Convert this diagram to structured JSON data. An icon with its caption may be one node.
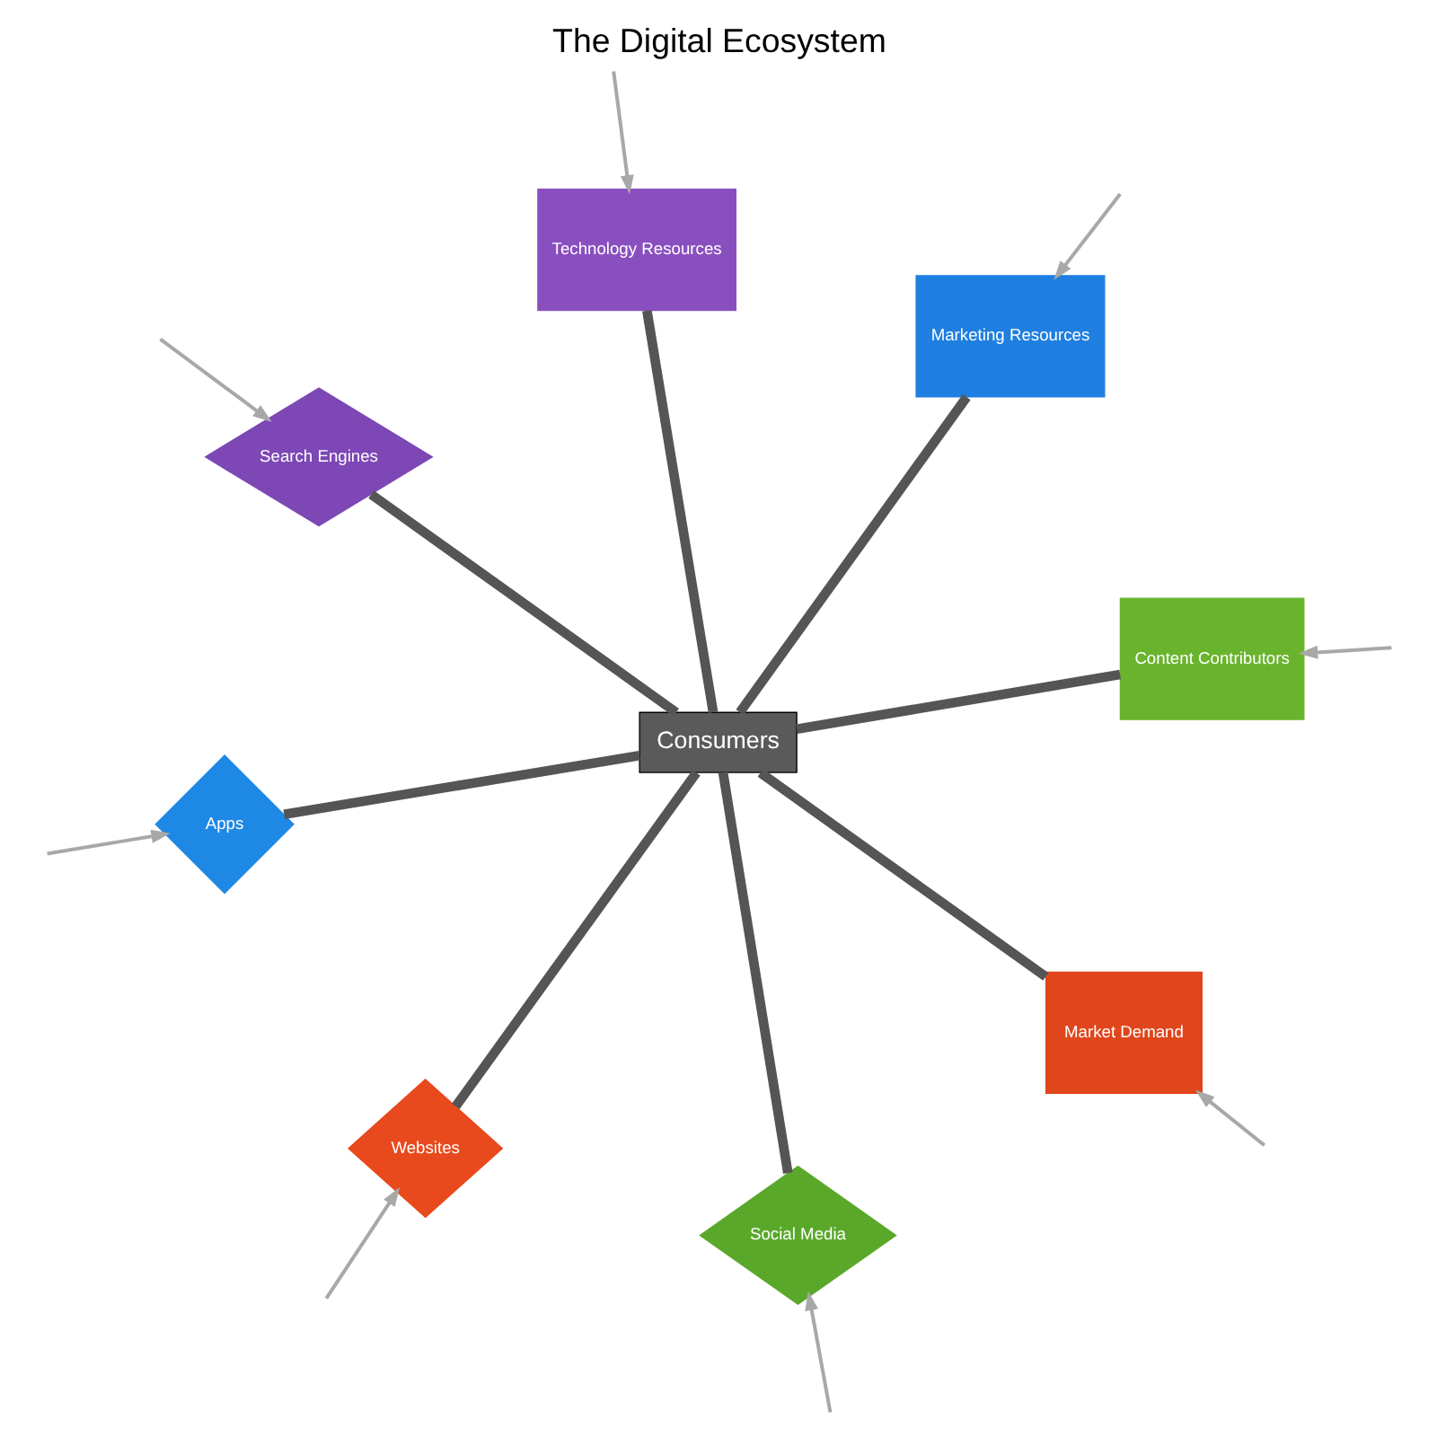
{
  "diagram": {
    "title": "The Digital Ecosystem",
    "nodes": [
      {
        "text": [
          "Websites"
        ]
      },
      {
        "text": [
          "Content Contributors"
        ]
      },
      {
        "text": [
          "Apps"
        ]
      },
      {
        "text": [
          "Marketing Resources"
        ]
      },
      {
        "text": [
          "Consumers"
        ]
      },
      {
        "text": [
          "Technology Resources"
        ]
      },
      {
        "text": [
          "Search Engines"
        ]
      },
      {
        "text": [
          "Market Demand"
        ]
      },
      {
        "text": [
          "Social Media"
        ]
      }
    ],
    "edges": [
      {
        "from": 4,
        "to": 0,
        "arrow": "none",
        "style": "thick"
      },
      {
        "from": 4,
        "to": 1,
        "arrow": "none",
        "style": "thick"
      },
      {
        "from": 4,
        "to": 2,
        "arrow": "none",
        "style": "thick"
      },
      {
        "from": 4,
        "to": 3,
        "arrow": "none",
        "style": "thick"
      },
      {
        "from": 4,
        "to": 5,
        "arrow": "none",
        "style": "thick"
      },
      {
        "from": 4,
        "to": 6,
        "arrow": "none",
        "style": "thick"
      },
      {
        "from": 4,
        "to": 7,
        "arrow": "none",
        "style": "thick"
      },
      {
        "from": 4,
        "to": 8,
        "arrow": "none",
        "style": "thick"
      },
      {
        "from": null,
        "to": 0,
        "arrow": "to",
        "color": "#a8a8a8"
      },
      {
        "from": null,
        "to": 1,
        "arrow": "to",
        "color": "#a8a8a8"
      },
      {
        "from": null,
        "to": 2,
        "arrow": "to",
        "color": "#a8a8a8"
      },
      {
        "from": null,
        "to": 3,
        "arrow": "to",
        "color": "#a8a8a8"
      },
      {
        "from": null,
        "to": 5,
        "arrow": "to",
        "color": "#a8a8a8"
      },
      {
        "from": null,
        "to": 6,
        "arrow": "to",
        "color": "#a8a8a8"
      },
      {
        "from": null,
        "to": 7,
        "arrow": "to",
        "color": "#a8a8a8"
      },
      {
        "from": null,
        "to": 8,
        "arrow": "to",
        "color": "#a8a8a8"
      }
    ]
  }
}
